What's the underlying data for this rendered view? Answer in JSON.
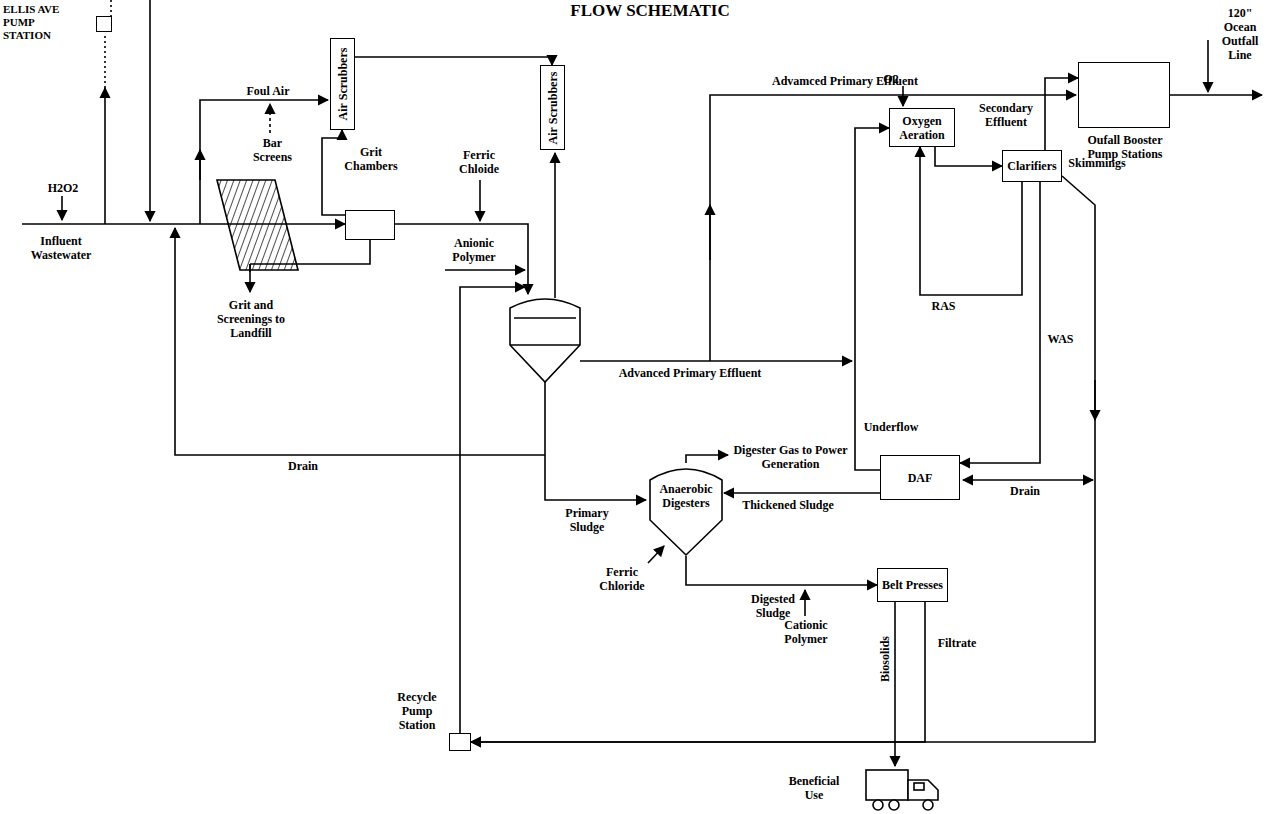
{
  "diagram": {
    "title": "FLOW SCHEMATIC",
    "nodes": [
      {
        "text": [
          "ELLIS AVE PUMP STATION"
        ]
      },
      {
        "text": [
          "Air Scrubbers"
        ]
      },
      {
        "text": [
          "Bar Screens"
        ]
      },
      {
        "text": [
          "Grit Chambers"
        ]
      },
      {
        "text": [
          "Air Scrubbers"
        ]
      },
      {
        "text": [
          "Oxygen Aeration"
        ]
      },
      {
        "text": [
          "Oufall Booster Pump Stations"
        ]
      },
      {
        "text": [
          "Clarifiers"
        ]
      },
      {
        "text": [
          "Anaerobic Digesters"
        ]
      },
      {
        "text": [
          "DAF"
        ]
      },
      {
        "text": [
          "Belt Presses"
        ]
      },
      {
        "text": [
          "Recycle Pump Station"
        ]
      }
    ],
    "edges": [
      {
        "from": 1,
        "to": 4,
        "arrow": "to"
      },
      {
        "from": 2,
        "to": 3,
        "arrow": "to"
      },
      {
        "from": 3,
        "to": 1,
        "arrow": "to"
      },
      {
        "from": 5,
        "to": 7,
        "arrow": "to"
      },
      {
        "from": 7,
        "to": 5,
        "arrow": "to",
        "label": "RAS"
      },
      {
        "from": 7,
        "to": 6,
        "arrow": "to",
        "label": "Secondary Effluent"
      },
      {
        "from": 7,
        "to": 9,
        "arrow": "to"
      },
      {
        "from": 7,
        "to": 11,
        "arrow": "to",
        "label": "WAS"
      },
      {
        "from": 9,
        "to": 5,
        "arrow": "to",
        "label": "Underflow"
      },
      {
        "from": 9,
        "to": 8,
        "arrow": "to",
        "label": "Thickened Sludge"
      },
      {
        "from": 8,
        "to": 10,
        "arrow": "to",
        "label": "Digested Sludge"
      },
      {
        "from": 10,
        "to": 11,
        "arrow": "to",
        "label": "Filtrate"
      }
    ],
    "labels": [
      "120\" Ocean Outfall Line",
      "H2O2",
      "Influent Wastewater",
      "Foul Air",
      "Ferric Chloide",
      "Anionic Polymer",
      "Grit and Screenings to Landfill",
      "Advamced Primary Effluent",
      "Advanced Primary Effluent",
      "O2",
      "Skimmings",
      "Drain",
      "Primary Sludge",
      "Digester Gas to Power Generation",
      "Ferric Chloride",
      "Drain",
      "Cationic Polymer",
      "Biosolids",
      "Beneficial Use"
    ]
  }
}
